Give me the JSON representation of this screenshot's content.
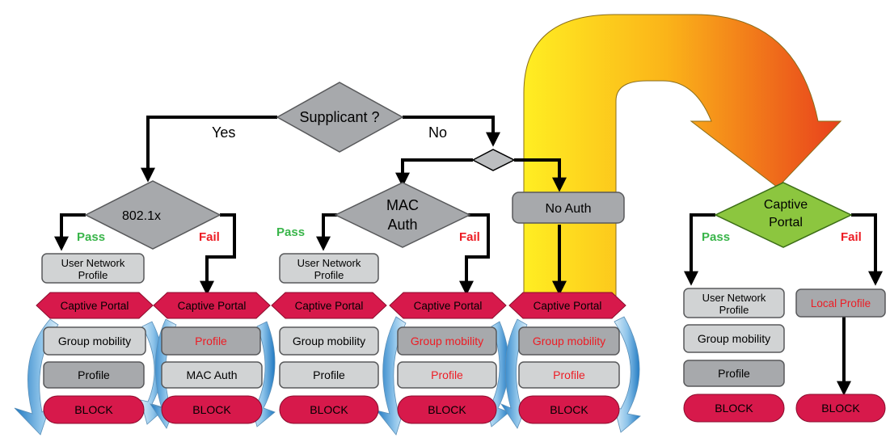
{
  "decisions": {
    "supplicant": "Supplicant ?",
    "dot1x": "802.1x",
    "mac_auth_line1": "MAC",
    "mac_auth_line2": "Auth",
    "captive_portal_line1": "Captive",
    "captive_portal_line2": "Portal"
  },
  "branch_labels": {
    "yes": "Yes",
    "no": "No",
    "pass": "Pass",
    "fail": "Fail"
  },
  "no_auth": "No Auth",
  "profiles": {
    "user_network_line1": "User Network",
    "user_network_line2": "Profile",
    "local_profile": "Local Profile"
  },
  "stack": {
    "captive_portal": "Captive Portal",
    "group_mobility": "Group mobility",
    "profile": "Profile",
    "mac_auth": "MAC Auth",
    "block": "BLOCK"
  },
  "colors": {
    "decision_gray": "#a7a9ac",
    "captive_portal_green": "#8cc63f",
    "hex_red": "#d7194b",
    "pass_green": "#39b54a",
    "fail_red": "#ed1c24",
    "box_gray": "#d1d3d4"
  }
}
